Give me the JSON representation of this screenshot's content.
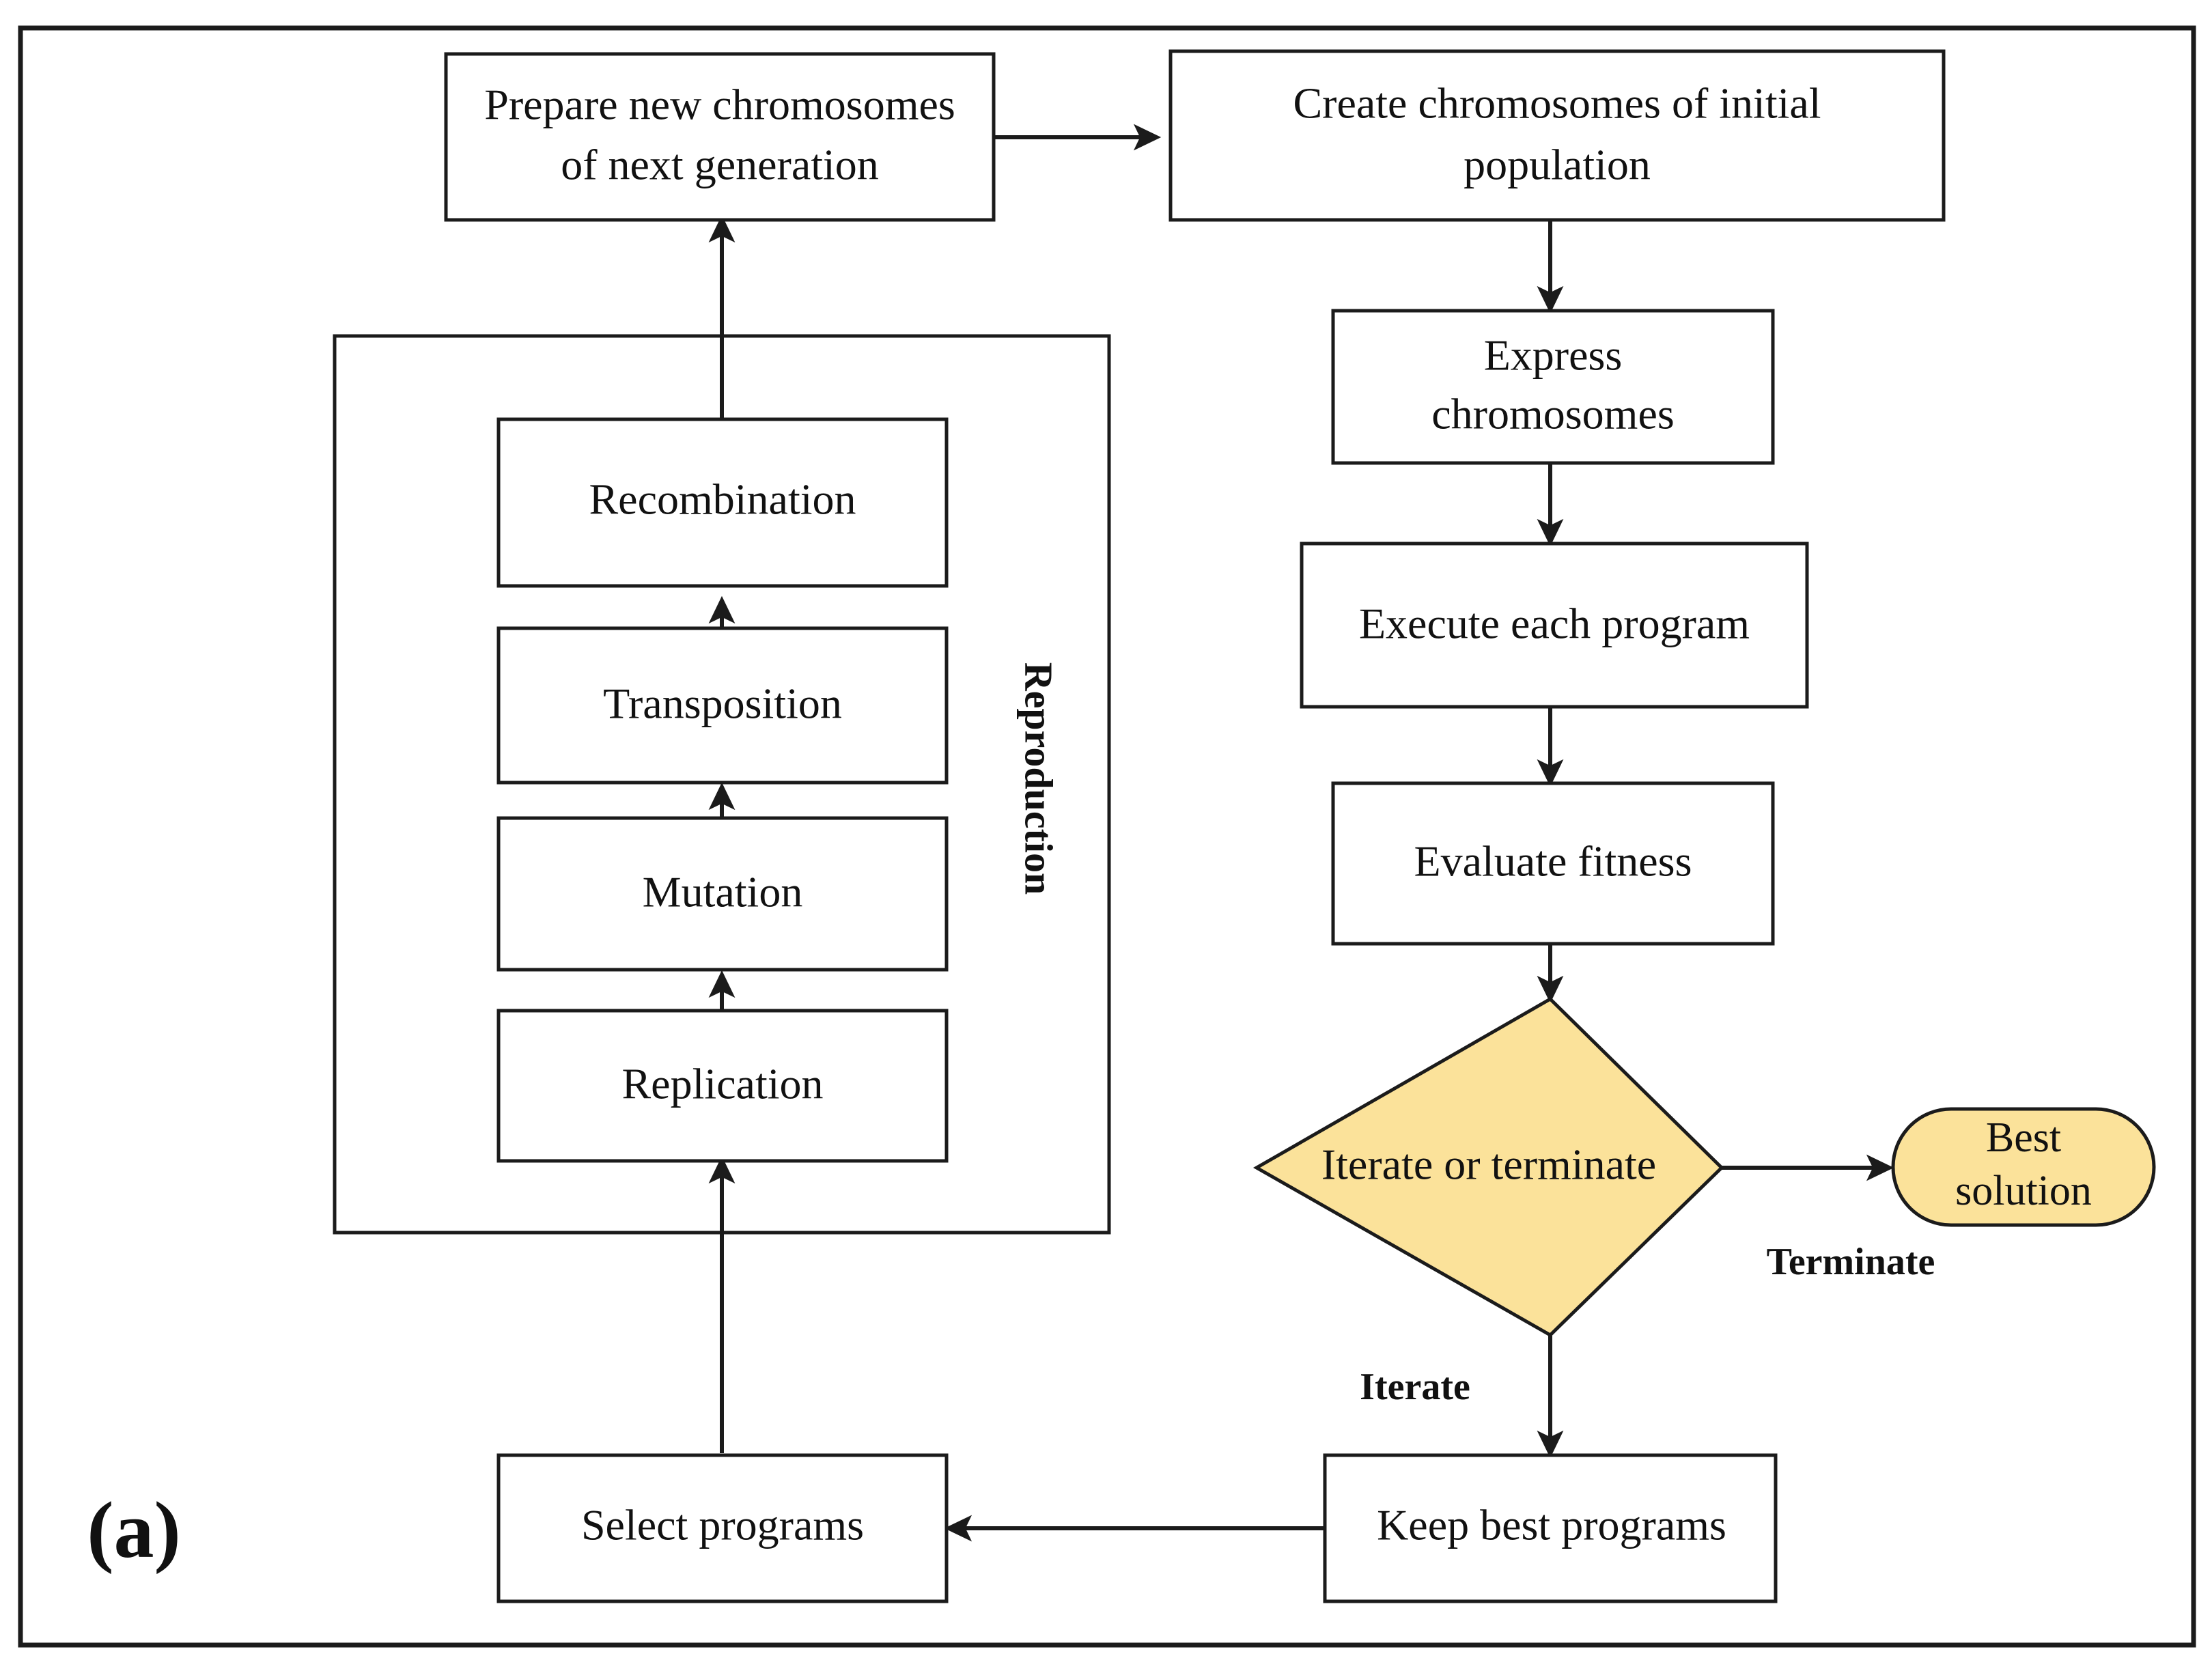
{
  "figure": {
    "panel_label": "(a)",
    "group_label": "Reproduction",
    "accent_color": "#fbe29a",
    "line_color": "#1b1b1b",
    "background_color": "#ffffff"
  },
  "nodes": {
    "prepare": "Prepare new chromosomes of next generation",
    "prepare_line1": "Prepare new chromosomes",
    "prepare_line2": "of next generation",
    "create": "Create chromosomes of initial population",
    "create_line1": "Create chromosomes of initial",
    "create_line2": "population",
    "express_line1": "Express",
    "express_line2": "chromosomes",
    "execute": "Execute each program",
    "evaluate": "Evaluate fitness",
    "decision": "Iterate or terminate",
    "best_line1": "Best",
    "best_line2": "solution",
    "keep": "Keep best programs",
    "select": "Select programs",
    "recombination": "Recombination",
    "transposition": "Transposition",
    "mutation": "Mutation",
    "replication": "Replication"
  },
  "edge_labels": {
    "terminate": "Terminate",
    "iterate": "Iterate"
  }
}
